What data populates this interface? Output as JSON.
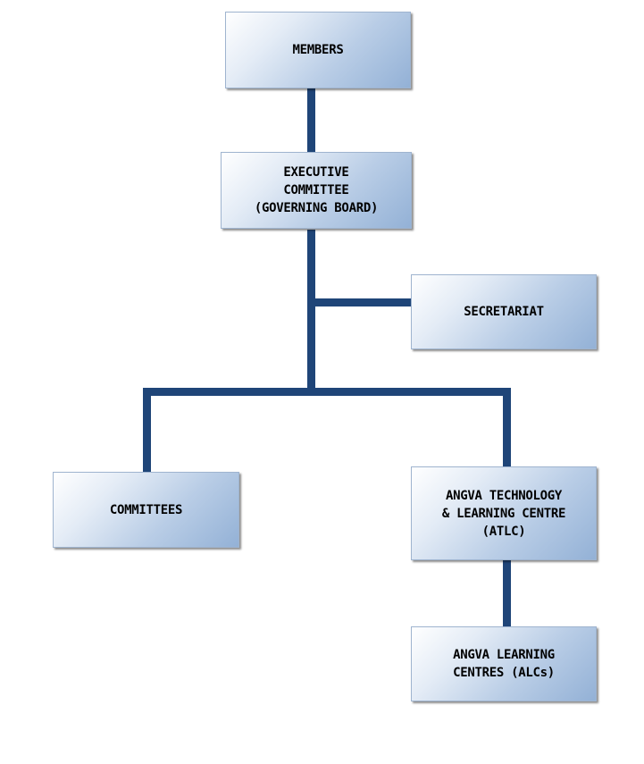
{
  "diagram": {
    "line_color": "#1f4578",
    "box_gradient": [
      "#ffffff",
      "#e4ecf6",
      "#b9cde6",
      "#93b1d6"
    ],
    "nodes": {
      "members": {
        "lines": [
          "MEMBERS"
        ]
      },
      "executive": {
        "lines": [
          "EXECUTIVE",
          "COMMITTEE",
          "(GOVERNING BOARD)"
        ]
      },
      "secretariat": {
        "lines": [
          "SECRETARIAT"
        ]
      },
      "committees": {
        "lines": [
          "COMMITTEES"
        ]
      },
      "atlc": {
        "lines": [
          "ANGVA TECHNOLOGY",
          "& LEARNING CENTRE",
          "(ATLC)"
        ]
      },
      "alcs": {
        "lines": [
          "ANGVA LEARNING",
          "CENTRES (ALCs)"
        ]
      }
    },
    "edges": [
      {
        "from": "members",
        "to": "executive"
      },
      {
        "from": "executive",
        "to": "secretariat"
      },
      {
        "from": "executive",
        "to": "committees"
      },
      {
        "from": "executive",
        "to": "atlc"
      },
      {
        "from": "atlc",
        "to": "alcs"
      }
    ]
  }
}
